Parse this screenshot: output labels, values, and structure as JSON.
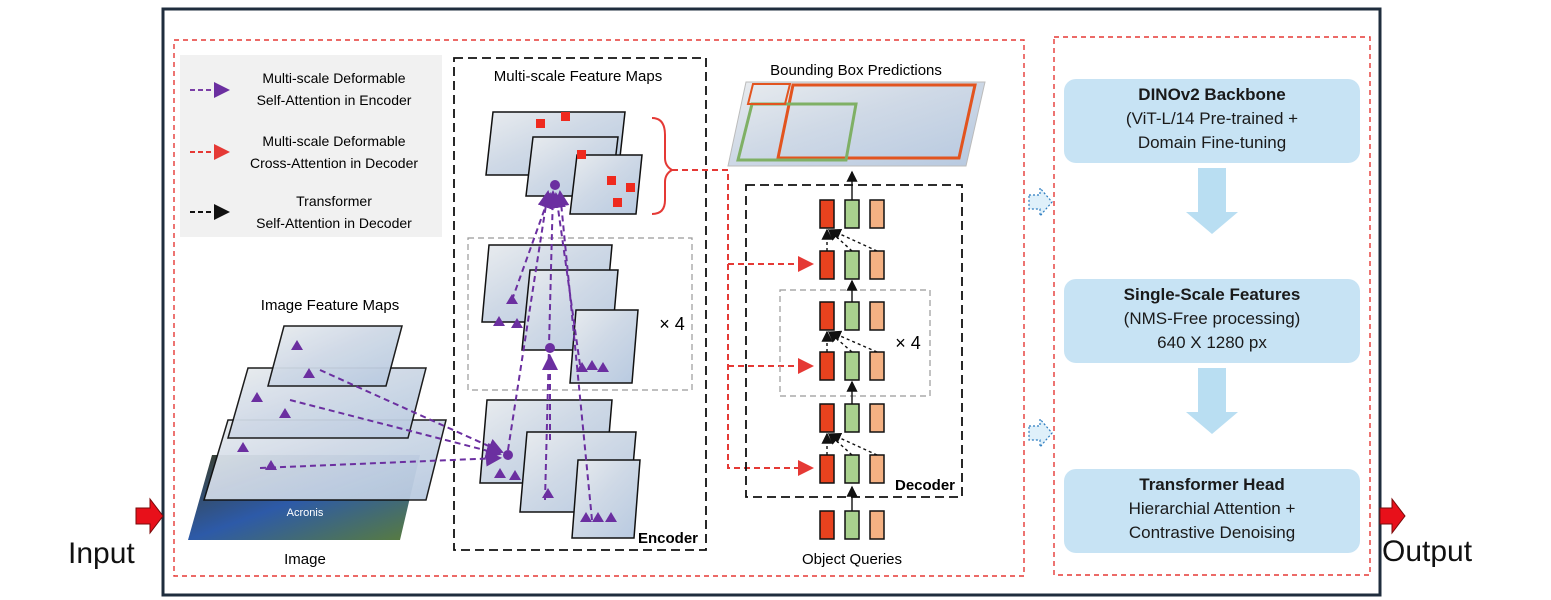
{
  "legend": [
    {
      "line1": "Multi-scale Deformable",
      "line2": "Self-Attention in Encoder",
      "color": "#7b3fa6"
    },
    {
      "line1": "Multi-scale Deformable",
      "line2": "Cross-Attention in Decoder",
      "color": "#e53935"
    },
    {
      "line1": "Transformer",
      "line2": "Self-Attention in Decoder",
      "color": "#111111"
    }
  ],
  "labels": {
    "image_feature_maps": "Image Feature Maps",
    "image": "Image",
    "multiscale_feature_maps": "Multi-scale Feature Maps",
    "encoder": "Encoder",
    "encoder_repeat": "× 4",
    "bbox_predictions": "Bounding Box Predictions",
    "decoder": "Decoder",
    "decoder_repeat": "× 4",
    "object_queries": "Object Queries",
    "thumb_text": "Acronis"
  },
  "pipeline": [
    {
      "title": "DINOv2 Backbone",
      "line1": "(ViT-L/14 Pre-trained +",
      "line2": "Domain Fine-tuning"
    },
    {
      "title": "Single-Scale Features",
      "line1": "(NMS-Free processing)",
      "line2": "640 X 1280 px"
    },
    {
      "title": "Transformer Head",
      "line1": "Hierarchial Attention +",
      "line2": "Contrastive Denoising"
    }
  ],
  "io": {
    "input": "Input",
    "output": "Output"
  },
  "colors": {
    "frame": "#1f2d3d",
    "dashed_red": "#e53935",
    "purple": "#6b2fa0",
    "query_red": "#e8421e",
    "query_green": "#a9d18e",
    "query_peach": "#f4b183",
    "pipeline_fill": "#c7e3f4",
    "arrow_light": "#b9def2"
  }
}
